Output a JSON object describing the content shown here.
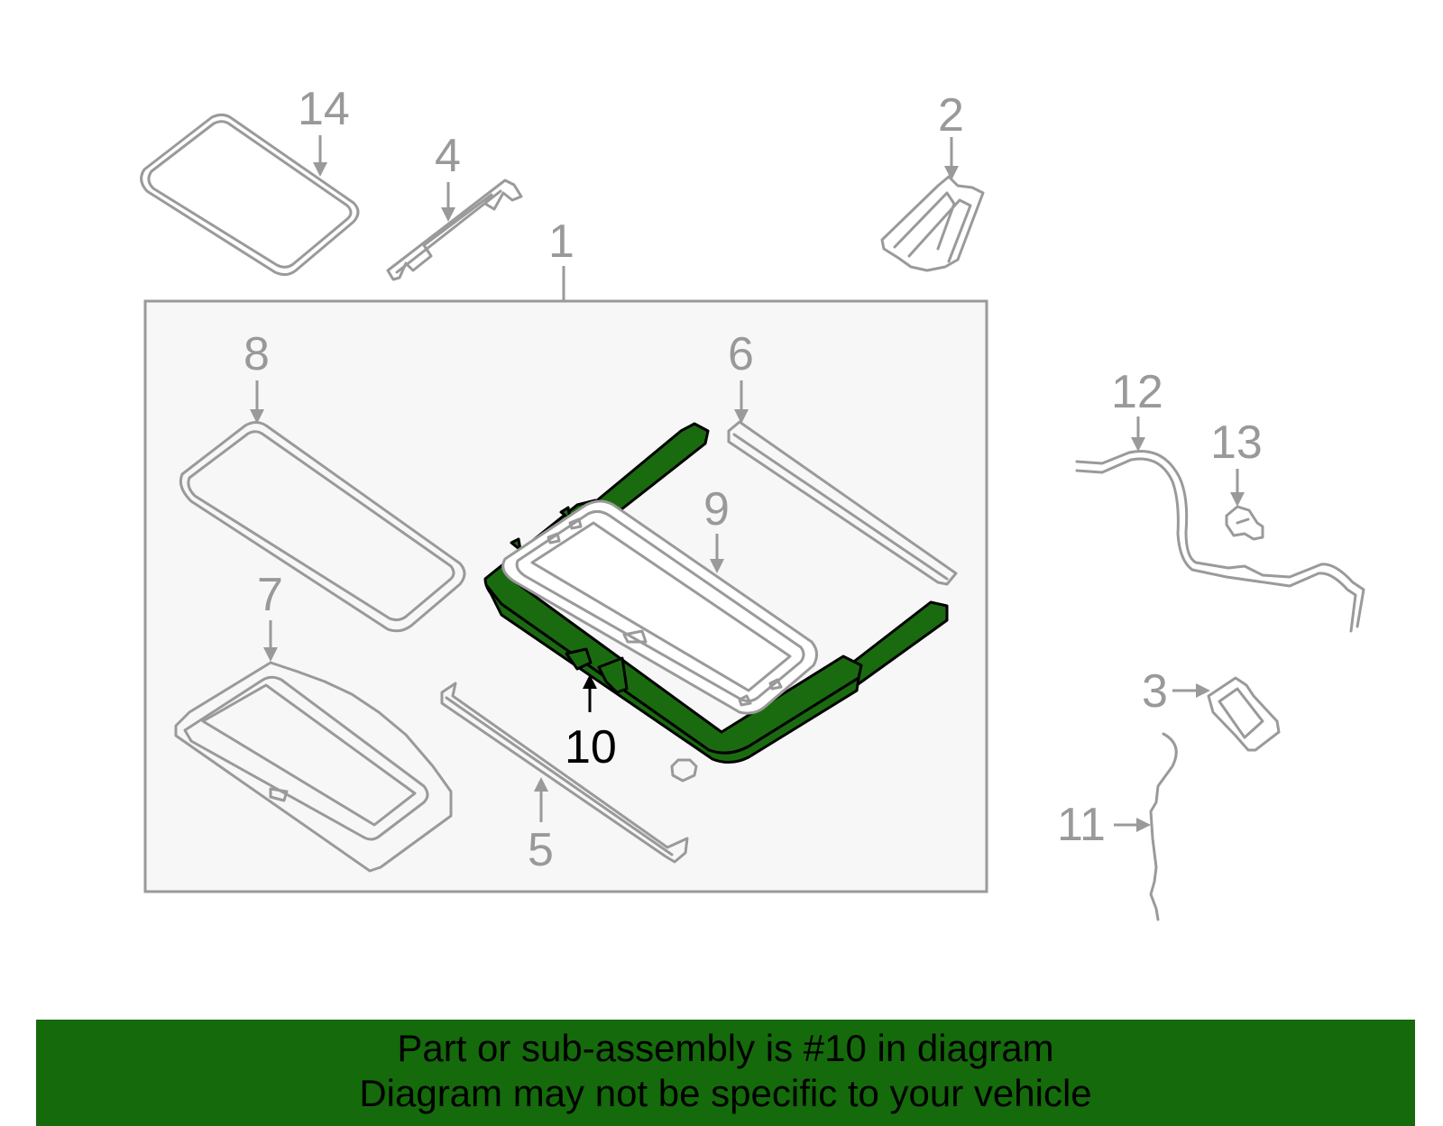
{
  "diagram": {
    "callouts": {
      "c1": "1",
      "c2": "2",
      "c3": "3",
      "c4": "4",
      "c5": "5",
      "c6": "6",
      "c7": "7",
      "c8": "8",
      "c9": "9",
      "c10": "10",
      "c11": "11",
      "c12": "12",
      "c13": "13",
      "c14": "14"
    },
    "highlighted_part": "10",
    "colors": {
      "highlight": "#1a6b0f",
      "banner": "#156a0b",
      "line_art": "#9a9a9a",
      "assembly_box": "#f7f7f7"
    }
  },
  "banner": {
    "line1": "Part or sub-assembly is #10 in diagram",
    "line2": "Diagram may not be specific to your vehicle"
  }
}
